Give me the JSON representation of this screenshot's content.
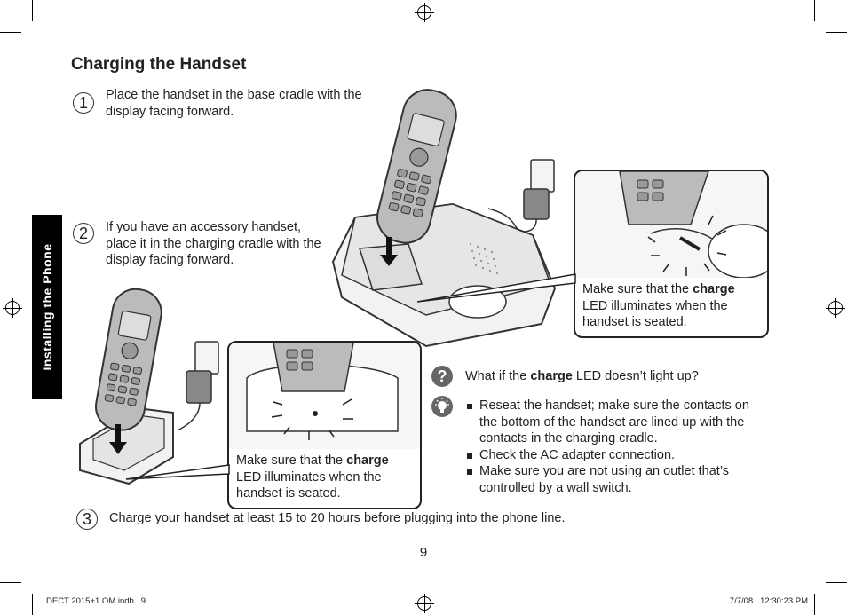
{
  "header": {
    "title": "Charging the Handset"
  },
  "side_tab": {
    "label": "Installing the Phone"
  },
  "steps": [
    {
      "number": "1",
      "text": "Place the handset in the base cradle with the display facing forward."
    },
    {
      "number": "2",
      "text": "If you have an accessory handset, place it in the charging cradle with the display facing forward."
    },
    {
      "number": "3",
      "text": "Charge your handset at least 15 to 20 hours before plugging into the phone line."
    }
  ],
  "callouts": {
    "base": {
      "pre": "Make sure that the ",
      "bold": "charge",
      "post": " LED illuminates when the handset is seated."
    },
    "accessory": {
      "pre": "Make sure that the ",
      "bold": "charge",
      "post": " LED illuminates when the handset is seated."
    }
  },
  "tip": {
    "question_icon": "?",
    "question_pre": "What if the ",
    "question_bold": "charge",
    "question_post": " LED doesn’t light up?",
    "bullets": [
      "Reseat the handset; make sure the contacts on the bottom of the handset are lined up with the contacts in the charging cradle.",
      "Check the AC adapter connection.",
      "Make sure you are not using an outlet that’s controlled by a wall switch."
    ]
  },
  "page_number": "9",
  "footer": {
    "left": "DECT 2015+1 OM.indb   9",
    "right": "7/7/08   12:30:23 PM"
  },
  "icons": [
    "registration-mark-icon",
    "question-icon",
    "lightbulb-icon",
    "down-arrow-icon"
  ]
}
